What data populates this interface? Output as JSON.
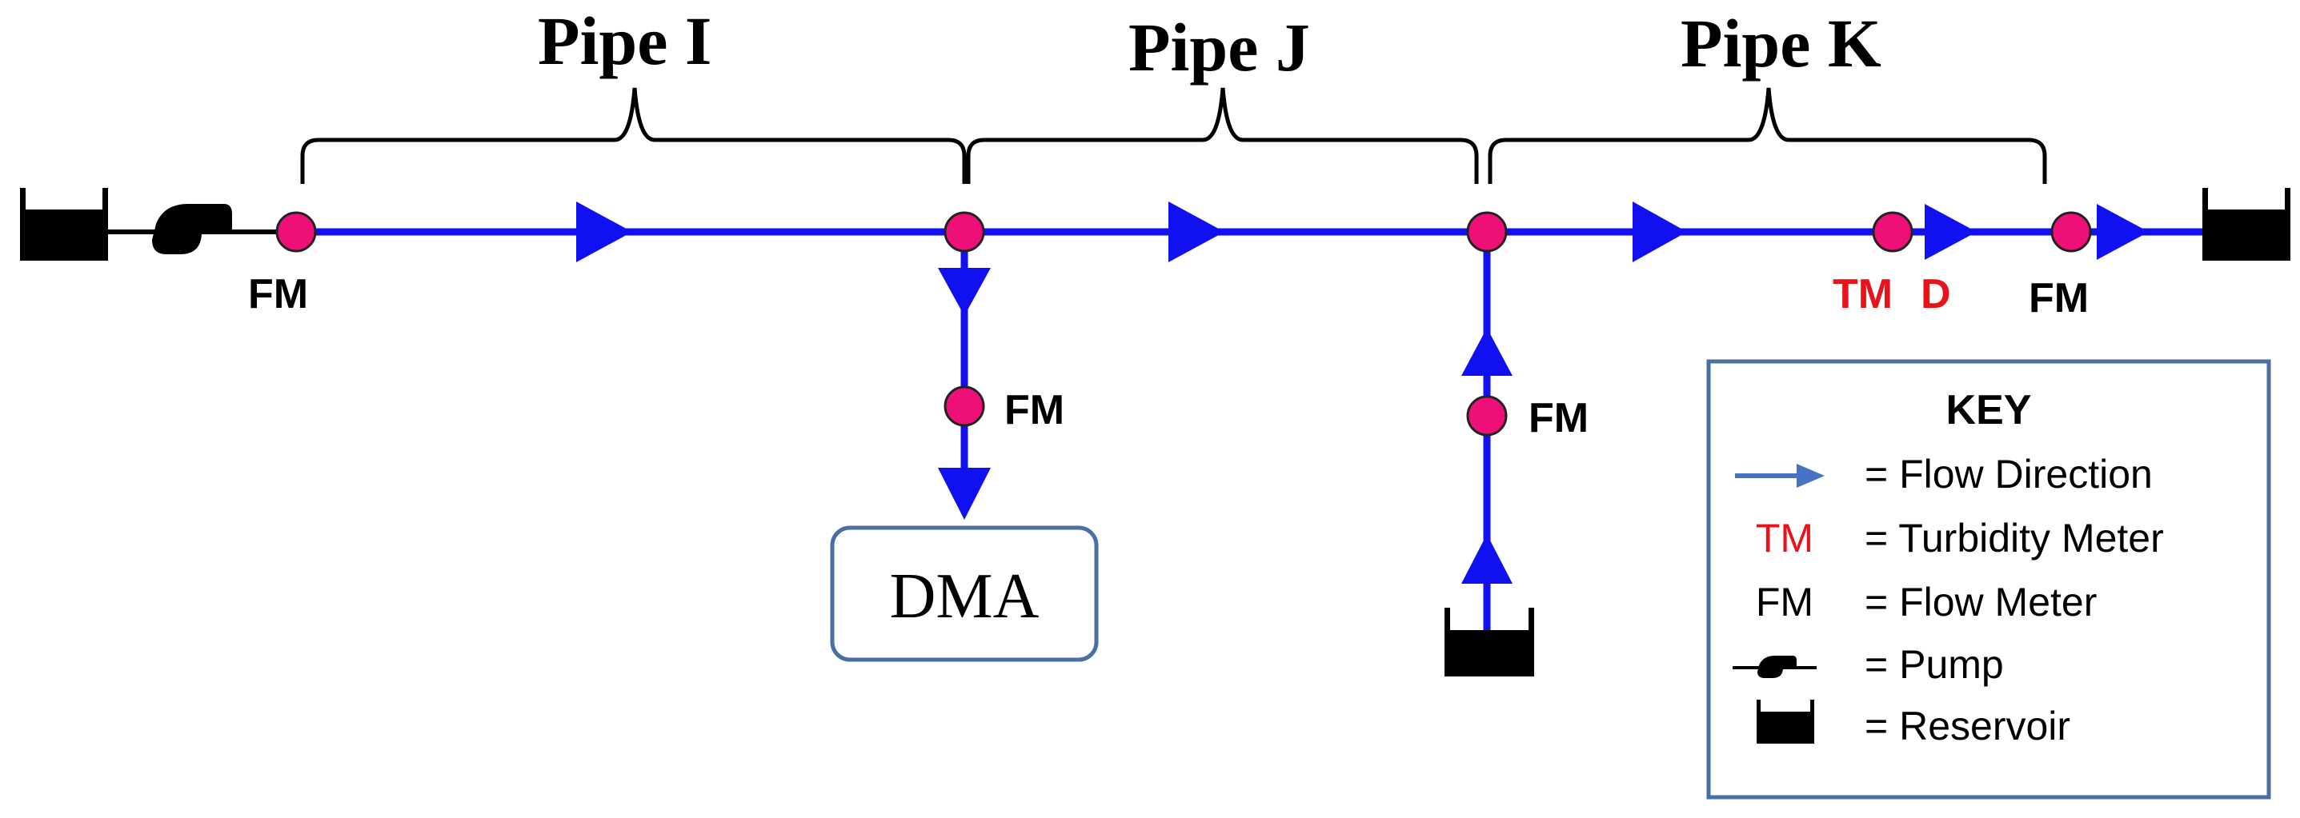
{
  "pipes": {
    "pipe_i": "Pipe I",
    "pipe_j": "Pipe J",
    "pipe_k": "Pipe K"
  },
  "nodes": {
    "fm_source": "FM",
    "fm_dma_branch": "FM",
    "fm_inflow_branch": "FM",
    "tm": "TM",
    "d": "D",
    "fm_outlet": "FM"
  },
  "dma": {
    "label": "DMA"
  },
  "key": {
    "title": "KEY",
    "items": [
      {
        "symbol": "",
        "text": "= Flow Direction"
      },
      {
        "symbol": "TM",
        "text": "= Turbidity Meter"
      },
      {
        "symbol": "FM",
        "text": "= Flow Meter"
      },
      {
        "symbol": "",
        "text": "= Pump"
      },
      {
        "symbol": "",
        "text": "= Reservoir"
      }
    ]
  },
  "colors": {
    "pipe": "#1010f0",
    "node": "#ee0f78",
    "tm_text": "#e8121a",
    "key_border": "#4a6fa5",
    "dma_border": "#4a6fa5",
    "key_arrow": "#4472c4"
  }
}
